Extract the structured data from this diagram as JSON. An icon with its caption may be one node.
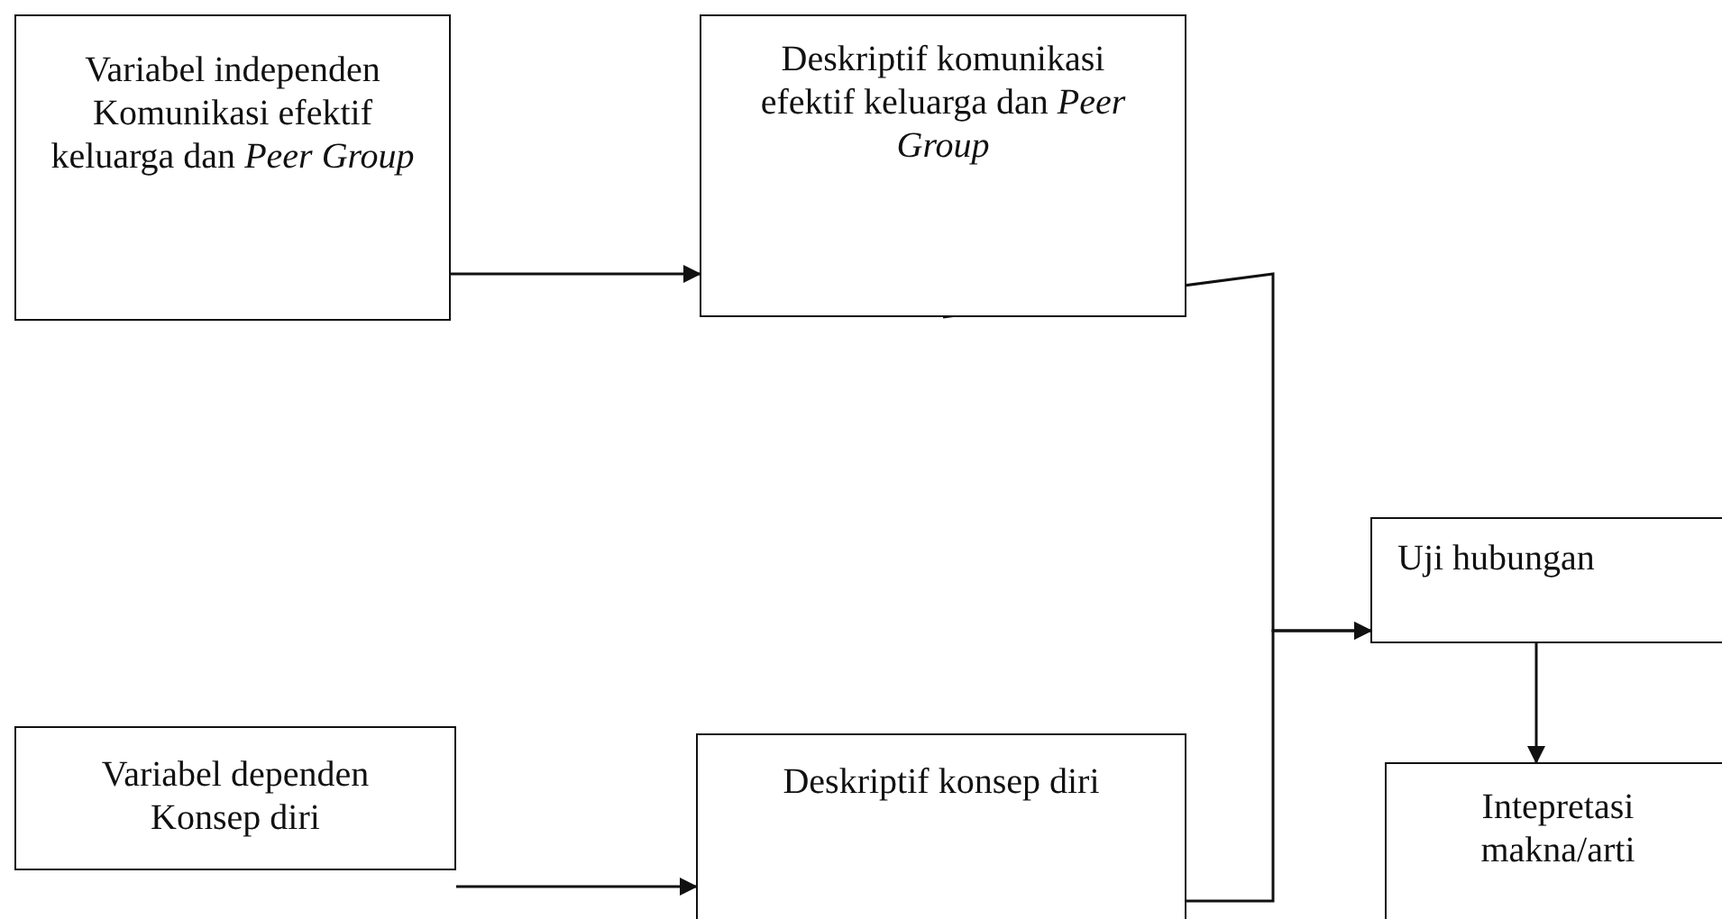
{
  "diagram": {
    "nodes": [
      {
        "text": [
          "Variabel independen Komunikasi efektif keluarga dan *Peer Group*"
        ]
      },
      {
        "text": [
          "Deskriptif komunikasi efektif keluarga dan *Peer Group*"
        ]
      },
      {
        "text": [
          "Variabel dependen Konsep diri"
        ]
      },
      {
        "text": [
          "Deskriptif konsep diri"
        ]
      },
      {
        "text": [
          "Uji hubungan"
        ]
      },
      {
        "text": [
          "Intepretasi makna/arti"
        ]
      }
    ],
    "edges": [
      {
        "from": 0,
        "to": 1,
        "arrow": "to"
      },
      {
        "from": 1,
        "to": 4,
        "arrow": "to"
      },
      {
        "from": 2,
        "to": 3,
        "arrow": "to"
      },
      {
        "from": 3,
        "to": 4,
        "arrow": "to"
      },
      {
        "from": 4,
        "to": 5,
        "arrow": "to"
      }
    ]
  }
}
